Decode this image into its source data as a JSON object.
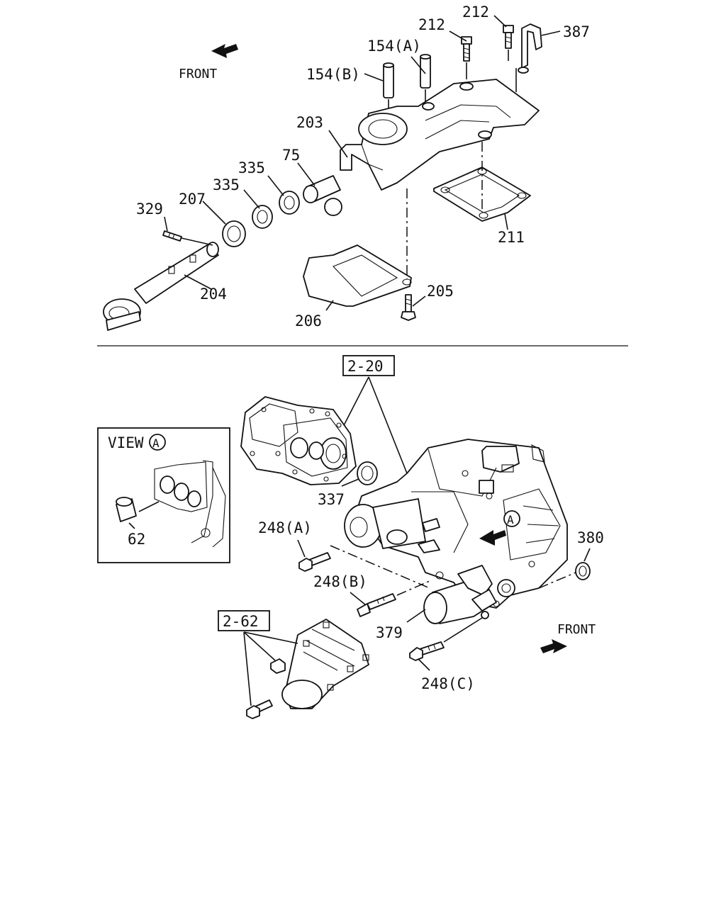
{
  "upper": {
    "front_label": "FRONT",
    "callouts": {
      "p212a": "212",
      "p212b": "212",
      "p387": "387",
      "p154a": "154(A)",
      "p154b": "154(B)",
      "p203": "203",
      "p75": "75",
      "p335a": "335",
      "p335b": "335",
      "p207": "207",
      "p329": "329",
      "p204": "204",
      "p211": "211",
      "p205": "205",
      "p206": "206"
    }
  },
  "lower": {
    "front_label": "FRONT",
    "ref_2_20": "2-20",
    "ref_2_62": "2-62",
    "view_label": "VIEW",
    "view_marker": "A",
    "detail_marker": "A",
    "callouts": {
      "p62": "62",
      "p337": "337",
      "p248a": "248(A)",
      "p248b": "248(B)",
      "p248c": "248(C)",
      "p379": "379",
      "p380": "380"
    }
  }
}
